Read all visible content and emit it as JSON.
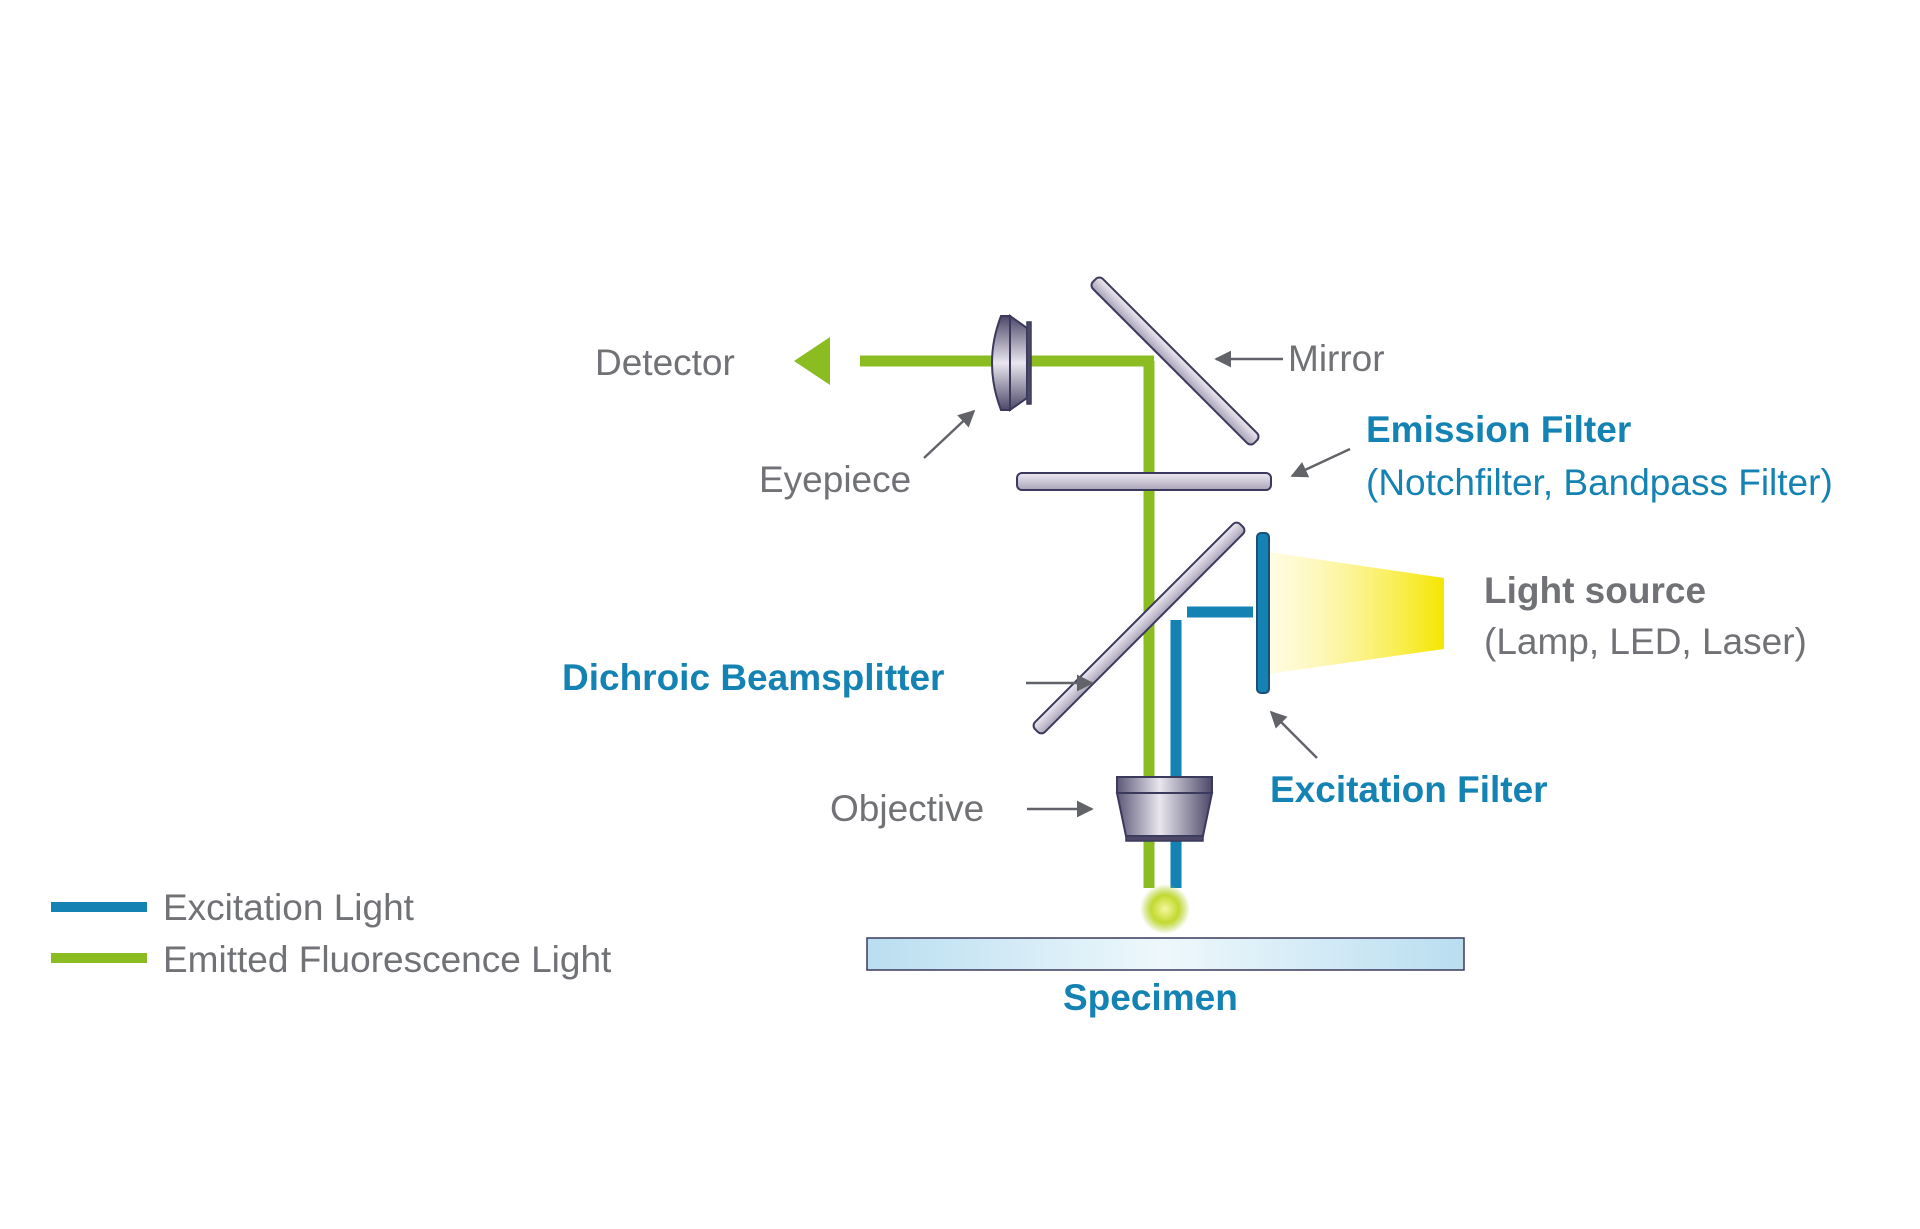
{
  "colors": {
    "excitation": "#1483b4",
    "emission": "#8bbd23",
    "label_gray": "#707276",
    "label_blue": "#1483b4",
    "component_fill": "#c9c3d3",
    "component_stroke": "#3b3a5c",
    "light_source": "#f5e600",
    "specimen": "#c5e3f2"
  },
  "labels": {
    "detector": "Detector",
    "mirror": "Mirror",
    "eyepiece": "Eyepiece",
    "emission_filter_title": "Emission Filter",
    "emission_filter_sub": "(Notchfilter, Bandpass Filter)",
    "light_source_title": "Light source",
    "light_source_sub": "(Lamp, LED, Laser)",
    "dichroic": "Dichroic Beamsplitter",
    "excitation_filter": "Excitation Filter",
    "objective": "Objective",
    "specimen": "Specimen"
  },
  "legend": {
    "items": [
      {
        "label": "Excitation Light",
        "color": "#1483b4"
      },
      {
        "label": "Emitted Fluorescence Light",
        "color": "#8bbd23"
      }
    ]
  },
  "icons": {
    "detector_arrow": "arrow-left-icon",
    "eyepiece": "eyepiece-lens-icon",
    "objective": "objective-lens-icon",
    "light_source": "light-beam-icon"
  }
}
